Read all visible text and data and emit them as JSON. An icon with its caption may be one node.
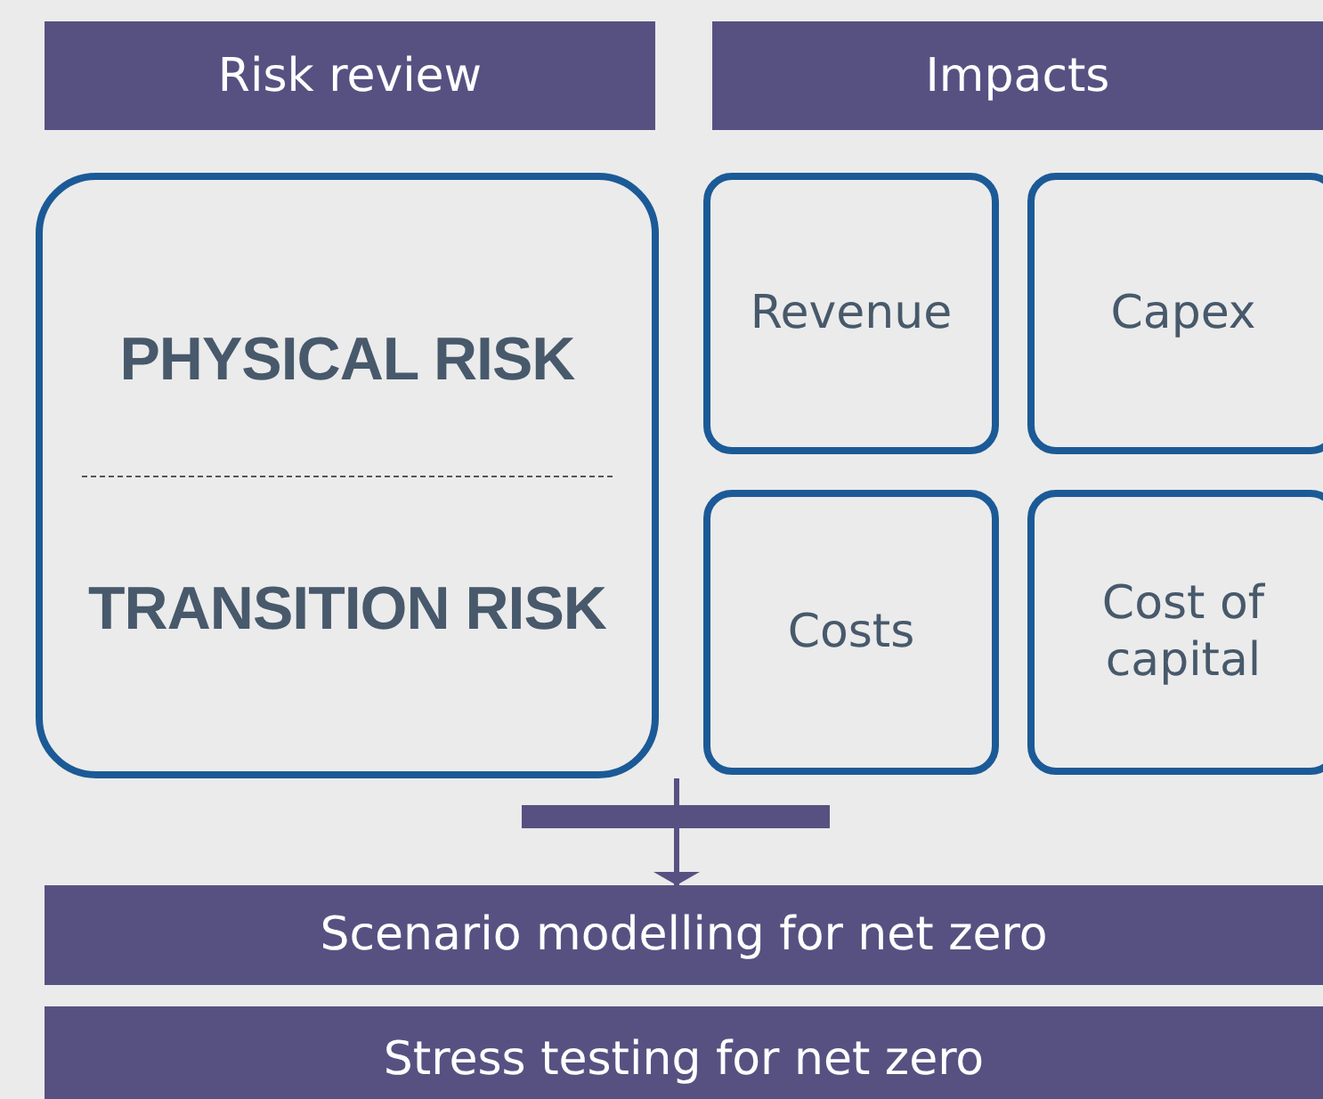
{
  "diagram": {
    "nodes": [
      {
        "text": [
          "Risk review"
        ]
      },
      {
        "text": [
          "Impacts"
        ]
      },
      {
        "text": [
          "PHYSICAL RISK",
          "TRANSITION RISK"
        ]
      },
      {
        "text": [
          "Revenue"
        ]
      },
      {
        "text": [
          "Capex"
        ]
      },
      {
        "text": [
          "Costs"
        ]
      },
      {
        "text": [
          "Cost of capital"
        ]
      },
      {
        "text": [
          "Scenario modelling for net zero"
        ]
      },
      {
        "text": [
          "Stress testing for net zero"
        ]
      }
    ],
    "edges": [
      {
        "from": 2,
        "to": 7,
        "arrow": "to"
      }
    ]
  }
}
